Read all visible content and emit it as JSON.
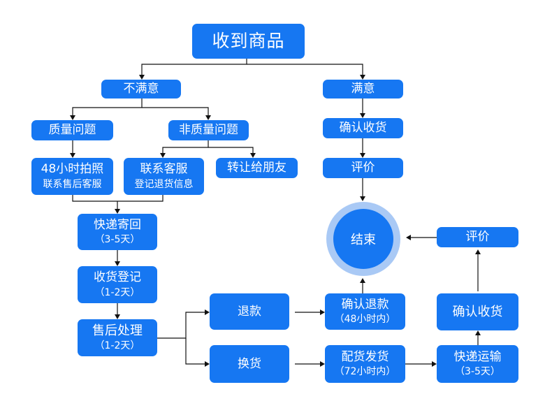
{
  "nodes": {
    "receive": {
      "line1": "收到商品"
    },
    "unsatisfied": {
      "line1": "不满意"
    },
    "satisfied": {
      "line1": "满意"
    },
    "quality_issue": {
      "line1": "质量问题"
    },
    "non_quality_issue": {
      "line1": "非质量问题"
    },
    "confirm_receipt_top": {
      "line1": "确认收货"
    },
    "photo_48h": {
      "line1": "48小时拍照",
      "line2": "联系售后客服"
    },
    "contact_service": {
      "line1": "联系客服",
      "line2": "登记退货信息"
    },
    "transfer_friend": {
      "line1": "转让给朋友"
    },
    "review_top": {
      "line1": "评价"
    },
    "express_return": {
      "line1": "快递寄回",
      "line2": "（3-5天）"
    },
    "end": {
      "line1": "结束"
    },
    "review_right": {
      "line1": "评价"
    },
    "receipt_register": {
      "line1": "收货登记",
      "line2": "（1-2天）"
    },
    "after_sale": {
      "line1": "售后处理",
      "line2": "（1-2天）"
    },
    "refund": {
      "line1": "退款"
    },
    "confirm_refund": {
      "line1": "确认退款",
      "line2": "（48小时内）"
    },
    "confirm_receipt_right": {
      "line1": "确认收货"
    },
    "exchange": {
      "line1": "换货"
    },
    "ship_out": {
      "line1": "配货发货",
      "line2": "（72小时内）"
    },
    "express_transport": {
      "line1": "快递运输",
      "line2": "（3-5天）"
    }
  }
}
